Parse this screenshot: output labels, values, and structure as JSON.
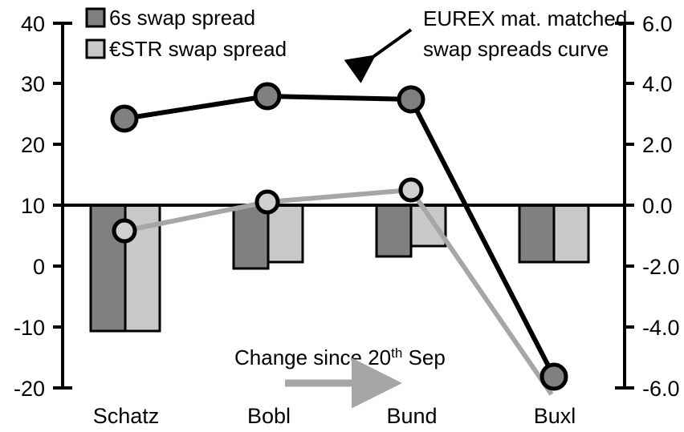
{
  "chart_data": {
    "type": "bar",
    "title": "",
    "subtitle": "",
    "xlabel": "",
    "ylabel": "",
    "categories": [
      "Schatz",
      "Bobl",
      "Bund",
      "Buxl"
    ],
    "left_axis": {
      "label": "",
      "ticks": [
        "40",
        "30",
        "20",
        "10",
        "0",
        "-10",
        "-20"
      ],
      "ylim": [
        -20,
        40
      ],
      "tick_step": 10
    },
    "right_axis": {
      "label": "",
      "ticks": [
        "6.0",
        "4.0",
        "2.0",
        "0.0",
        "-2.0",
        "-4.0",
        "-6.0"
      ],
      "ylim": [
        -6.0,
        6.0
      ],
      "tick_step": 2.0
    },
    "grid": false,
    "legend_position": "top-left",
    "series": [
      {
        "name": "6s swap spread",
        "type": "bar",
        "axis": "right",
        "color": "#808080",
        "values": [
          -4.05,
          -2.0,
          -1.55,
          -1.85
        ]
      },
      {
        "name": "€STR swap spread",
        "type": "bar",
        "axis": "right",
        "color": "#c8c8c8",
        "values": [
          -4.05,
          -1.85,
          -1.2,
          -1.85
        ]
      },
      {
        "name": "EUREX mat. matched swap spreads curve",
        "type": "line",
        "axis": "left",
        "color": "#000000",
        "marker_fill": "#808080",
        "values": [
          24.5,
          28.0,
          27.3,
          -18.0
        ]
      },
      {
        "name": "Change since 20th Sep",
        "type": "line",
        "axis": "left",
        "color": "#a6a6a6",
        "marker_fill": "#d0d0d0",
        "values": [
          6.0,
          10.5,
          12.7,
          -21.0
        ]
      }
    ],
    "annotations": [
      {
        "id": "curve-callout",
        "line1": "EUREX mat. matched",
        "line2": "swap spreads curve",
        "arrow": "down-left"
      },
      {
        "id": "change-callout",
        "text_main": "Change since 20",
        "text_sup": "th",
        "text_tail": " Sep",
        "arrow": "right"
      }
    ]
  },
  "legend": {
    "items": [
      {
        "label": "6s swap spread",
        "swatch": "#808080"
      },
      {
        "label": "€STR swap spread",
        "swatch": "#c8c8c8"
      }
    ]
  },
  "colors": {
    "dark_bar": "#808080",
    "light_bar": "#c8c8c8",
    "black_line": "#000000",
    "gray_line": "#a6a6a6",
    "axis": "#000000"
  }
}
